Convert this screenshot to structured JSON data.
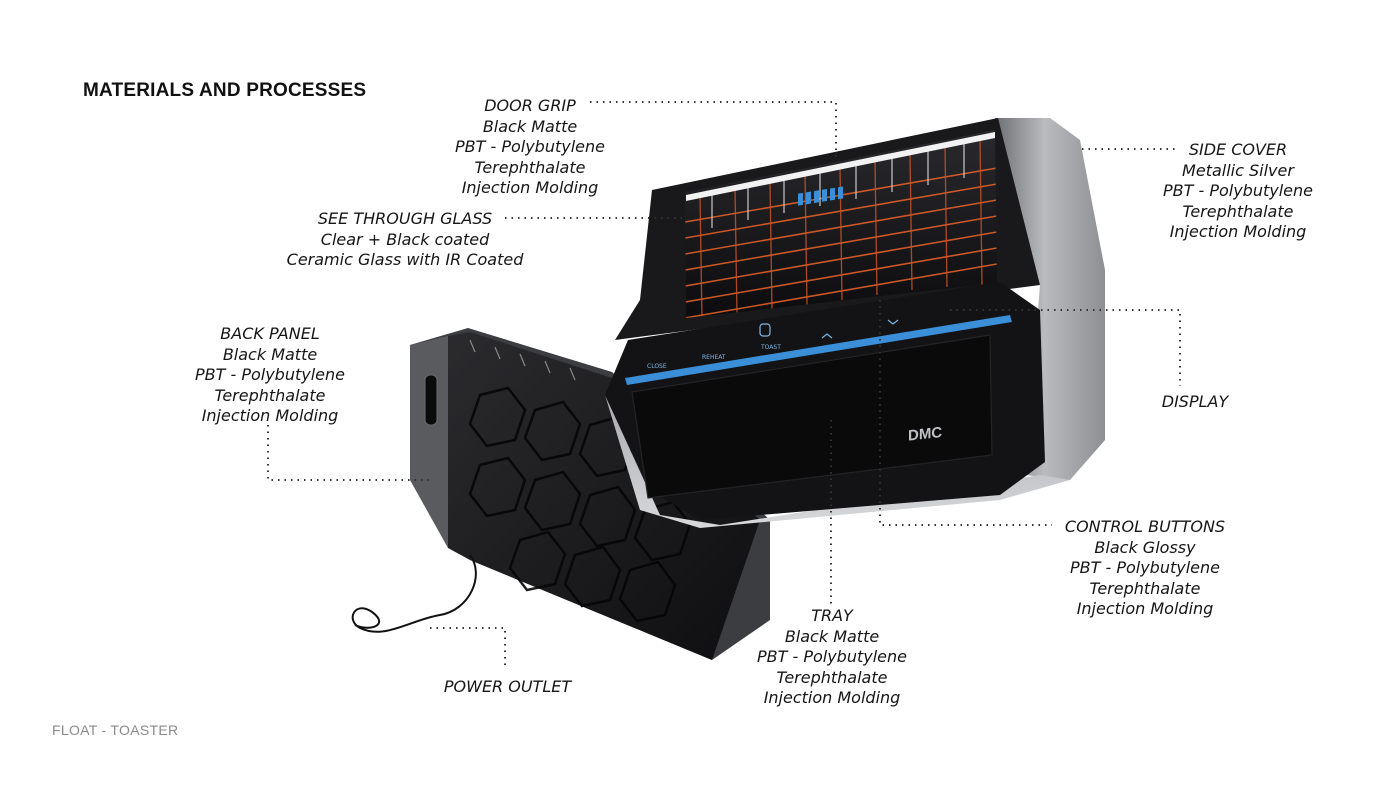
{
  "title": "MATERIALS AND PROCESSES",
  "footer": "FLOAT - TOASTER",
  "callouts": {
    "door_grip": [
      "DOOR GRIP",
      "Black Matte",
      "PBT - Polybutylene",
      "Terephthalate",
      "Injection Molding"
    ],
    "glass": [
      "SEE THROUGH GLASS",
      "Clear + Black coated",
      "Ceramic Glass with IR Coated"
    ],
    "side_cover": [
      "SIDE COVER",
      "Metallic Silver",
      "PBT - Polybutylene",
      "Terephthalate",
      "Injection Molding"
    ],
    "back_panel": [
      "BACK PANEL",
      "Black Matte",
      "PBT - Polybutylene",
      "Terephthalate",
      "Injection Molding"
    ],
    "display": [
      "DISPLAY"
    ],
    "control_buttons": [
      "CONTROL BUTTONS",
      "Black Glossy",
      "PBT - Polybutylene",
      "Terephthalate",
      "Injection Molding"
    ],
    "tray": [
      "TRAY",
      "Black Matte",
      "PBT - Polybutylene",
      "Terephthalate",
      "Injection Molding"
    ],
    "power_outlet": [
      "POWER OUTLET"
    ]
  },
  "control_panel": {
    "buttons": [
      "CLOSE",
      "REHEAT",
      "TOAST"
    ],
    "level_bars": 6,
    "logo": "DMC"
  },
  "colors": {
    "accent_blue": "#3a8fd8",
    "heating_orange": "#e0602a",
    "body_black": "#121214",
    "side_silver": "#9c9ea2"
  }
}
